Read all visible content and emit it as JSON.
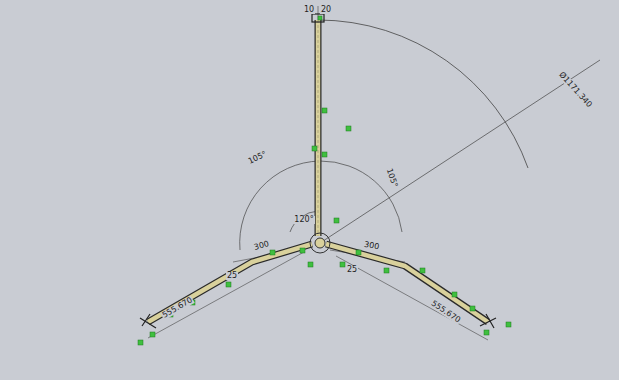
{
  "diagram": {
    "labels": [
      "10",
      "20",
      "Ø1171.340",
      "105°",
      "105°",
      "120°",
      "300",
      "300",
      "555.670",
      "555.670",
      "25",
      "25"
    ]
  }
}
